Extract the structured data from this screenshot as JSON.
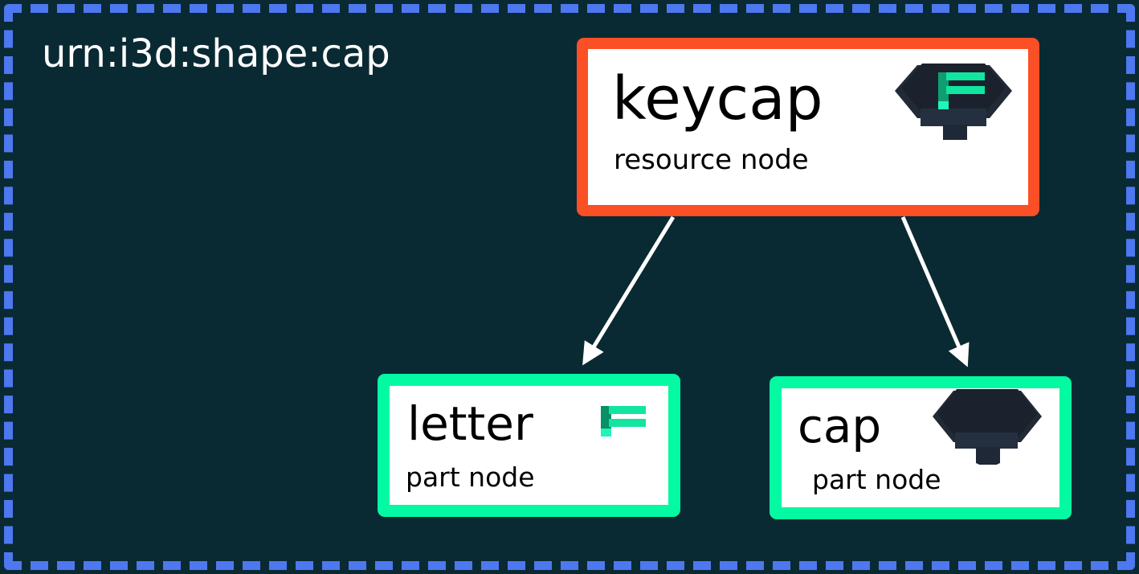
{
  "graph": {
    "title": "urn:i3d:shape:cap",
    "frame_color": "#4d78f0",
    "background_color": "#0a2a33",
    "edge_color": "#ffffff"
  },
  "nodes": [
    {
      "id": "keycap",
      "title": "keycap",
      "subtitle": "resource node",
      "kind": "resource node",
      "border_color": "#fb4f26",
      "icon": "keycap-with-letter-icon"
    },
    {
      "id": "letter",
      "title": "letter",
      "subtitle": "part node",
      "kind": "part node",
      "border_color": "#03f9a2",
      "icon": "letter-glyph-icon"
    },
    {
      "id": "cap",
      "title": "cap",
      "subtitle": "part node",
      "kind": "part node",
      "border_color": "#03f9a2",
      "icon": "keycap-blank-icon"
    }
  ],
  "edges": [
    {
      "from": "keycap",
      "to": "letter"
    },
    {
      "from": "keycap",
      "to": "cap"
    }
  ],
  "palette": {
    "cap_dark": "#1b222e",
    "cap_dark_top": "#222a36",
    "cap_band": "#243040",
    "cap_stem": "#1e2836",
    "letter_stem": "#0a8f66",
    "letter_bar": "#12e5a0",
    "letter_foot": "#1ff5bb"
  }
}
